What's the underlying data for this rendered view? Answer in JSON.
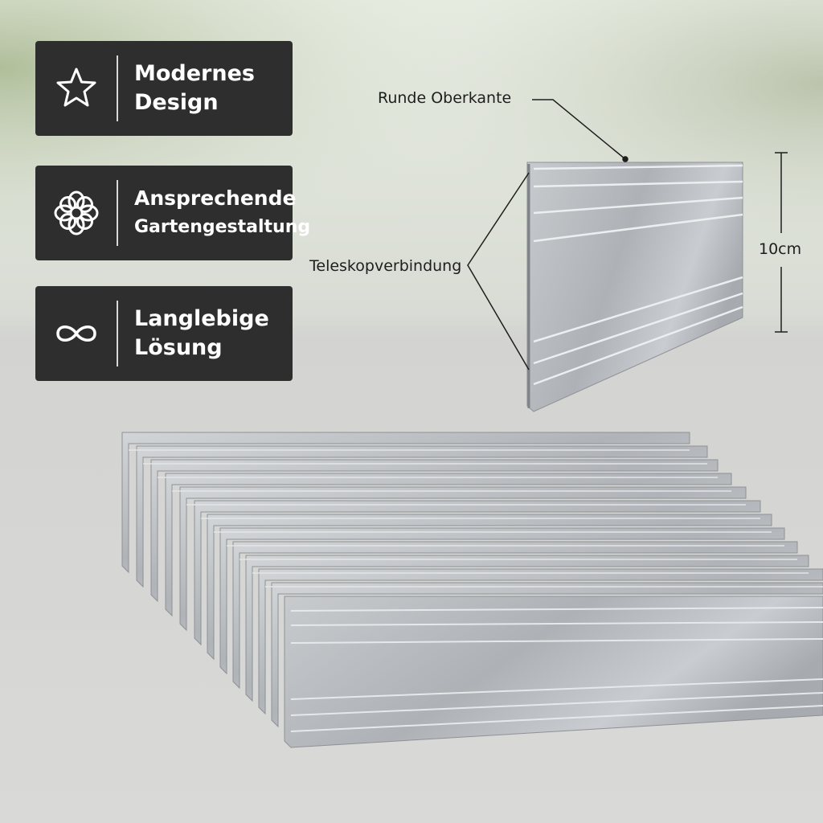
{
  "features": [
    {
      "icon": "star-icon",
      "line1": "Modernes",
      "line2": "Design"
    },
    {
      "icon": "flower-icon",
      "line1": "Ansprechende",
      "line2": "Gartengestaltung"
    },
    {
      "icon": "infinity-icon",
      "line1": "Langlebige",
      "line2": "Lösung"
    }
  ],
  "callouts": {
    "top_edge": "Runde Oberkante",
    "connector": "Teleskopverbindung",
    "height": "10cm"
  },
  "colors": {
    "badge_bg": "#2e2e2e",
    "badge_text": "#ffffff",
    "aluminium": "#b9bcbf"
  }
}
